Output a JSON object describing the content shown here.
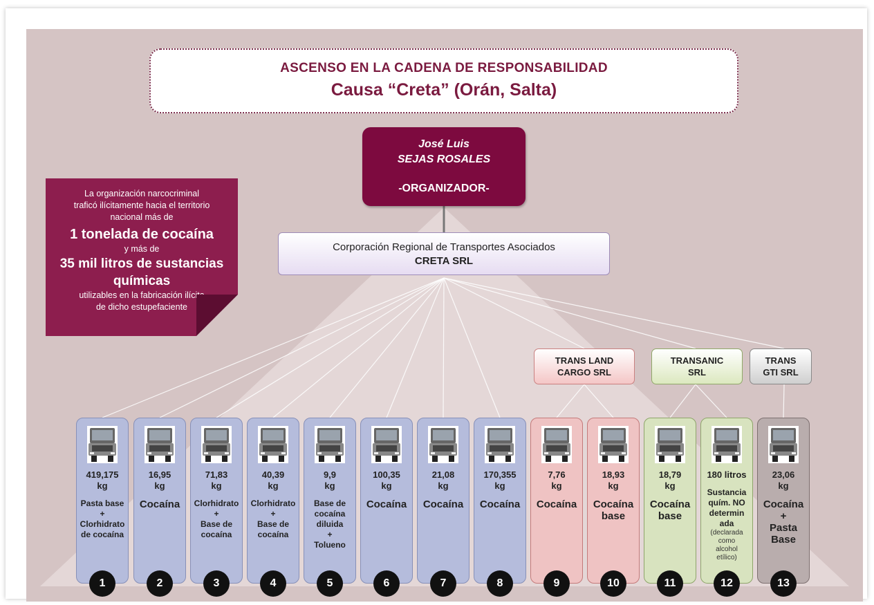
{
  "title": {
    "line1": "ASCENSO EN LA CADENA DE RESPONSABILIDAD",
    "line2": "Causa “Creta” (Orán, Salta)"
  },
  "organizer": {
    "first_name": "José Luis",
    "last_name": "SEJAS ROSALES",
    "role": "-ORGANIZADOR-"
  },
  "corporation": {
    "line1": "Corporación Regional de Transportes Asociados",
    "line2": "CRETA SRL"
  },
  "info_box": {
    "l1": "La organización narcocriminal",
    "l2": "traficó ilícitamente hacia el territorio",
    "l3": "nacional más de",
    "big1": "1 tonelada de cocaína",
    "l4": "y más de",
    "big2": "35 mil litros de sustancias",
    "big3": "químicas",
    "l5": "utilizables en la fabricación ilícita",
    "l6": "de dicho estupefaciente"
  },
  "subsidiaries": [
    {
      "line1": "TRANS LAND",
      "line2": "CARGO SRL"
    },
    {
      "line1": "TRANSANIC",
      "line2": "SRL"
    },
    {
      "line1": "TRANS",
      "line2": "GTI SRL"
    }
  ],
  "colors": {
    "background": "#d5c4c4",
    "organizer": "#7d0a3f",
    "info_box": "#8d1e4e",
    "blue_card": "#b3b9d8",
    "red_card": "#eec0c0",
    "green_card": "#d9e4c0",
    "gray_card": "#b8acac"
  },
  "icons": [
    "truck-icon"
  ],
  "shipments": [
    {
      "n": "1",
      "amount_line1": "419,175",
      "amount_line2": "kg",
      "lines": [
        "Pasta base",
        "+",
        "Clorhidrato",
        "de cocaína"
      ],
      "style": "small",
      "color": "blue"
    },
    {
      "n": "2",
      "amount_line1": "16,95",
      "amount_line2": "kg",
      "lines": [
        "Cocaína"
      ],
      "style": "big",
      "color": "blue"
    },
    {
      "n": "3",
      "amount_line1": "71,83",
      "amount_line2": "kg",
      "lines": [
        "Clorhidrato",
        "+",
        "Base de",
        "cocaína"
      ],
      "style": "small",
      "color": "blue"
    },
    {
      "n": "4",
      "amount_line1": "40,39",
      "amount_line2": "kg",
      "lines": [
        "Clorhidrato",
        "+",
        "Base de",
        "cocaína"
      ],
      "style": "small",
      "color": "blue"
    },
    {
      "n": "5",
      "amount_line1": "9,9",
      "amount_line2": "kg",
      "lines": [
        "Base de",
        "cocaína",
        "diluida",
        "+",
        "Tolueno"
      ],
      "style": "small",
      "color": "blue"
    },
    {
      "n": "6",
      "amount_line1": "100,35",
      "amount_line2": "kg",
      "lines": [
        "Cocaína"
      ],
      "style": "big",
      "color": "blue"
    },
    {
      "n": "7",
      "amount_line1": "21,08",
      "amount_line2": "kg",
      "lines": [
        "Cocaína"
      ],
      "style": "big",
      "color": "blue"
    },
    {
      "n": "8",
      "amount_line1": "170,355",
      "amount_line2": "kg",
      "lines": [
        "Cocaína"
      ],
      "style": "big",
      "color": "blue"
    },
    {
      "n": "9",
      "amount_line1": "7,76",
      "amount_line2": "kg",
      "lines": [
        "Cocaína"
      ],
      "style": "big",
      "color": "red"
    },
    {
      "n": "10",
      "amount_line1": "18,93",
      "amount_line2": "kg",
      "lines": [
        "Cocaína",
        "base"
      ],
      "style": "big",
      "color": "red"
    },
    {
      "n": "11",
      "amount_line1": "18,79",
      "amount_line2": "kg",
      "lines": [
        "Cocaína",
        "base"
      ],
      "style": "big",
      "color": "green"
    },
    {
      "n": "12",
      "amount_line1": "180 litros",
      "amount_line2": "",
      "lines": [
        "Sustancia",
        "quím. NO",
        "determin",
        "ada"
      ],
      "note": [
        "(declarada",
        "como",
        "alcohol",
        "etílico)"
      ],
      "style": "small",
      "color": "green"
    },
    {
      "n": "13",
      "amount_line1": "23,06",
      "amount_line2": "kg",
      "lines": [
        "Cocaína",
        "+",
        "Pasta",
        "Base"
      ],
      "style": "big",
      "color": "gray"
    }
  ]
}
